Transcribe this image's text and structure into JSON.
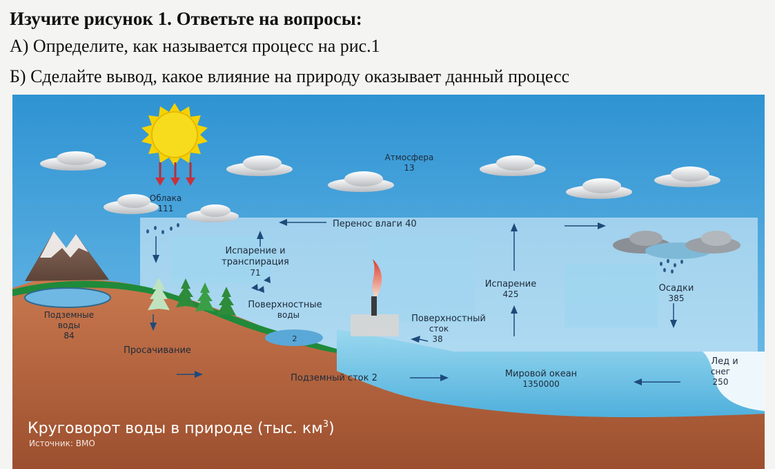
{
  "header": {
    "line1": "Изучите рисунок 1. Ответьте на вопросы:",
    "line2": "А) Определите, как называется процесс на рис.1",
    "line3": "Б) Сделайте вывод, какое влияние на природу оказывает данный процесс"
  },
  "diagram": {
    "atmosphere_label": "Атмосфера",
    "atmosphere_value": "13",
    "clouds_label": "Облака",
    "clouds_value": "111",
    "moisture_transfer": "Перенос влаги 40",
    "evapotranspiration_line1": "Испарение и",
    "evapotranspiration_line2": "транспирация",
    "evapotranspiration_value": "71",
    "ocean_evaporation_label": "Испарение",
    "ocean_evaporation_value": "425",
    "precipitation_label": "Осадки",
    "precipitation_value": "385",
    "surface_water_line1": "Поверхностные",
    "surface_water_line2": "воды",
    "lake_value": "2",
    "surface_runoff_line1": "Поверхностный",
    "surface_runoff_line2": "сток",
    "surface_runoff_value": "38",
    "groundwater_line1": "Подземные",
    "groundwater_line2": "воды",
    "groundwater_value": "84",
    "infiltration": "Просачивание",
    "underground_runoff": "Подземный сток 2",
    "ocean_label": "Мировой океан",
    "ocean_value": "1350000",
    "ice_line1": "Лед и",
    "ice_line2": "снег",
    "ice_value": "250",
    "caption_main": "Круговорот воды в природе (тыс. км",
    "caption_sup": "3",
    "caption_end": ")",
    "source": "Источник: ВМО"
  }
}
